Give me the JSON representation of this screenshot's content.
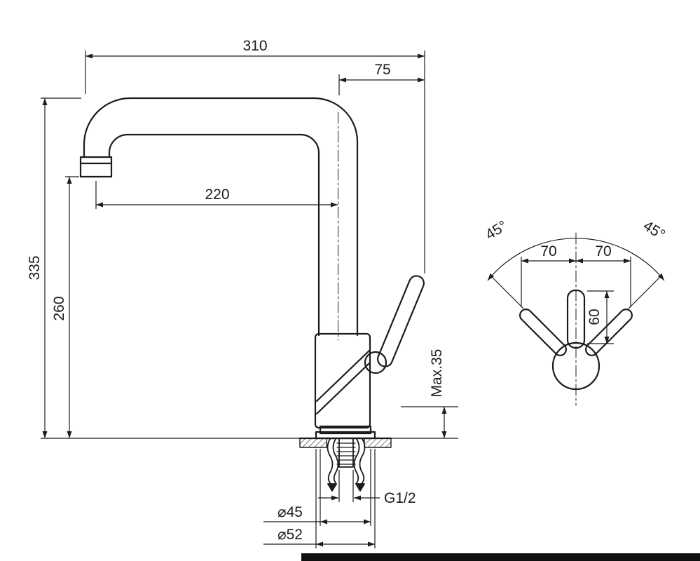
{
  "side_view": {
    "dim_total_width": "310",
    "dim_handle_offset": "75",
    "dim_spout_reach": "220",
    "dim_total_height": "335",
    "dim_spout_height": "260",
    "dim_mounting_max": "Max.35",
    "thread_label": "G1/2",
    "dim_base_diameter": "⌀45",
    "dim_flange_diameter": "⌀52"
  },
  "handle_view": {
    "angle_left": "45°",
    "angle_right": "45°",
    "dim_offset_left": "70",
    "dim_offset_right": "70",
    "dim_lever_height": "60"
  },
  "colors": {
    "line": "#1c1c1c",
    "background": "#ffffff",
    "bottom_bar": "#101010"
  }
}
